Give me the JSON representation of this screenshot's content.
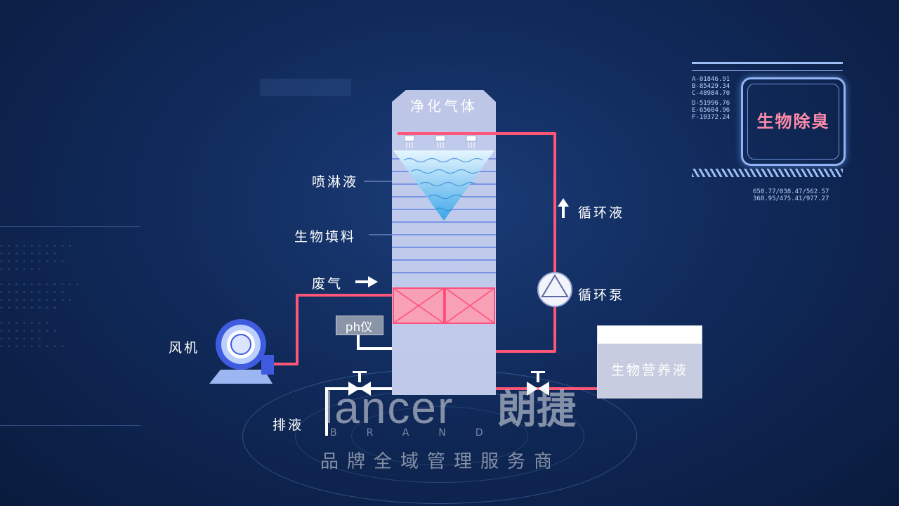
{
  "tower": {
    "top_label": "净化气体"
  },
  "labels": {
    "spray": "喷淋液",
    "bio_filler": "生物填料",
    "waste_gas": "废气",
    "circ_liquid": "循环液",
    "circ_pump": "循环泵",
    "fan": "风机",
    "ph_meter": "ph仪",
    "nutrient": "生物营养液",
    "drain": "排液"
  },
  "hud": {
    "title": "生物除臭",
    "codes_a": [
      "A-01846.91",
      "B-85429.34",
      "C-48984.70"
    ],
    "codes_b": [
      "D-51996.76",
      "E-65604.96",
      "F-10372.24"
    ],
    "coords": [
      "650.77/038.47/562.57",
      "368.95/475.41/977.27"
    ]
  },
  "watermark": {
    "brand_en": "lancer",
    "brand_letters": "BRAND",
    "brand_cn": "朗捷",
    "tagline": "品牌全域管理服务商"
  },
  "colors": {
    "pipe": "#ff5577",
    "accent": "#ff8ba8",
    "tower": "#c9d3f2"
  }
}
